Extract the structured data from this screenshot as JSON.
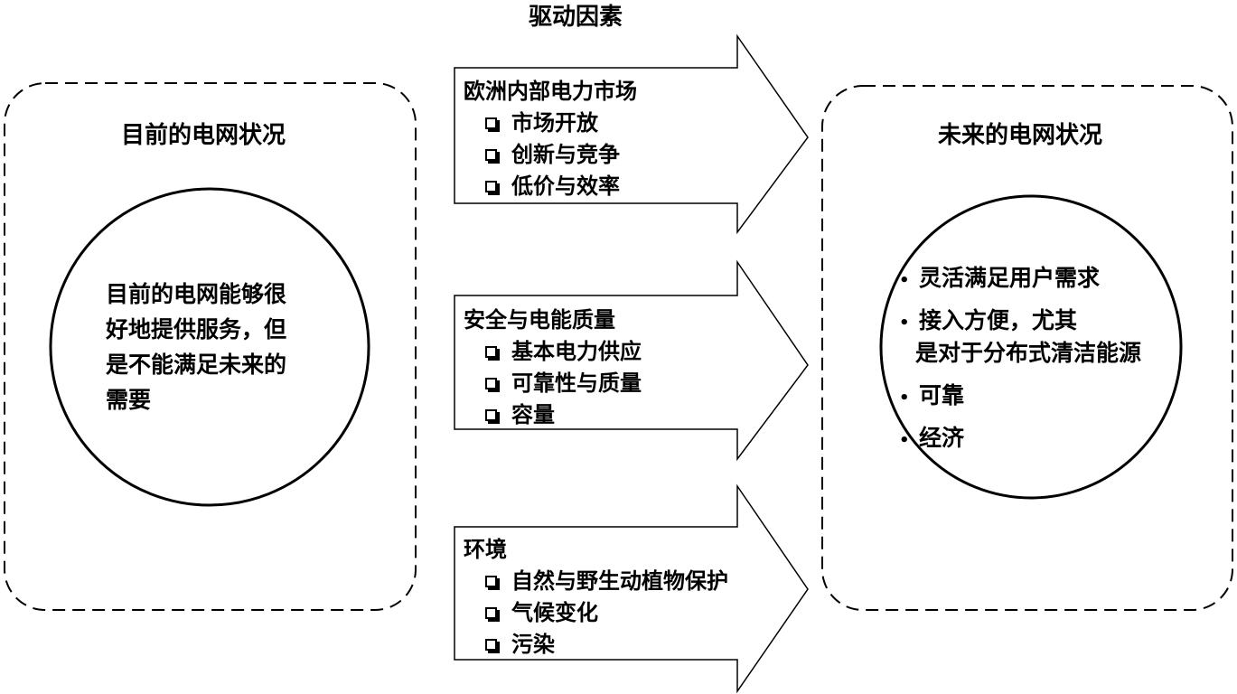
{
  "header": {
    "title": "驱动因素"
  },
  "left_panel": {
    "title": "目前的电网状况",
    "circle_lines": [
      "目前的电网能够很",
      "好地提供服务，但",
      "是不能满足未来的",
      "需要"
    ]
  },
  "right_panel": {
    "title": "未来的电网状况",
    "bullets": [
      {
        "lines": [
          "灵活满足用户需求"
        ]
      },
      {
        "lines": [
          "接入方便，尤其",
          "是对于分布式清洁能源"
        ]
      },
      {
        "lines": [
          "可靠"
        ]
      },
      {
        "lines": [
          "经济"
        ]
      }
    ]
  },
  "arrows": [
    {
      "title": "欧洲内部电力市场",
      "items": [
        "市场开放",
        "创新与竞争",
        "低价与效率"
      ]
    },
    {
      "title": "安全与电能质量",
      "items": [
        "基本电力供应",
        "可靠性与质量",
        "容量"
      ]
    },
    {
      "title": "环境",
      "items": [
        "自然与野生动植物保护",
        "气候变化",
        "污染"
      ]
    }
  ]
}
